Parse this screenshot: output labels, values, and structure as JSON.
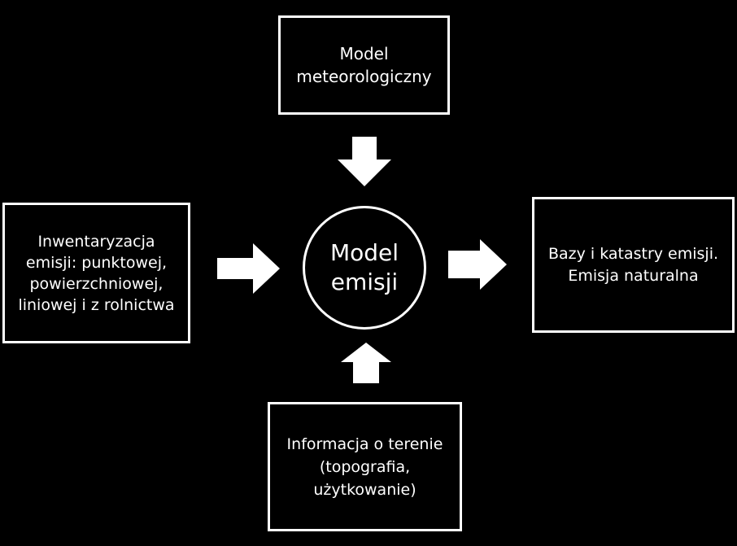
{
  "diagram": {
    "center": {
      "label": "Model\nemisji"
    },
    "top_box": {
      "label": "Model\nmeteorologiczny"
    },
    "left_box": {
      "label": "Inwentaryzacja\nemisji: punktowej,\npowierzchniowej,\nliniowej i z rolnictwa"
    },
    "right_box": {
      "label": "Bazy i katastry emisji.\nEmisja naturalna"
    },
    "bottom_box": {
      "label": "Informacja o terenie\n(topografia,\nużytkowanie)"
    },
    "colors": {
      "background": "#000000",
      "foreground": "#ffffff"
    },
    "arrows": [
      {
        "name": "arrow-top-down",
        "direction": "down",
        "from": "top_box",
        "to": "center"
      },
      {
        "name": "arrow-left-right",
        "direction": "right",
        "from": "left_box",
        "to": "center"
      },
      {
        "name": "arrow-center-right",
        "direction": "right",
        "from": "center",
        "to": "right_box"
      },
      {
        "name": "arrow-bottom-up",
        "direction": "up",
        "from": "bottom_box",
        "to": "center"
      }
    ]
  }
}
